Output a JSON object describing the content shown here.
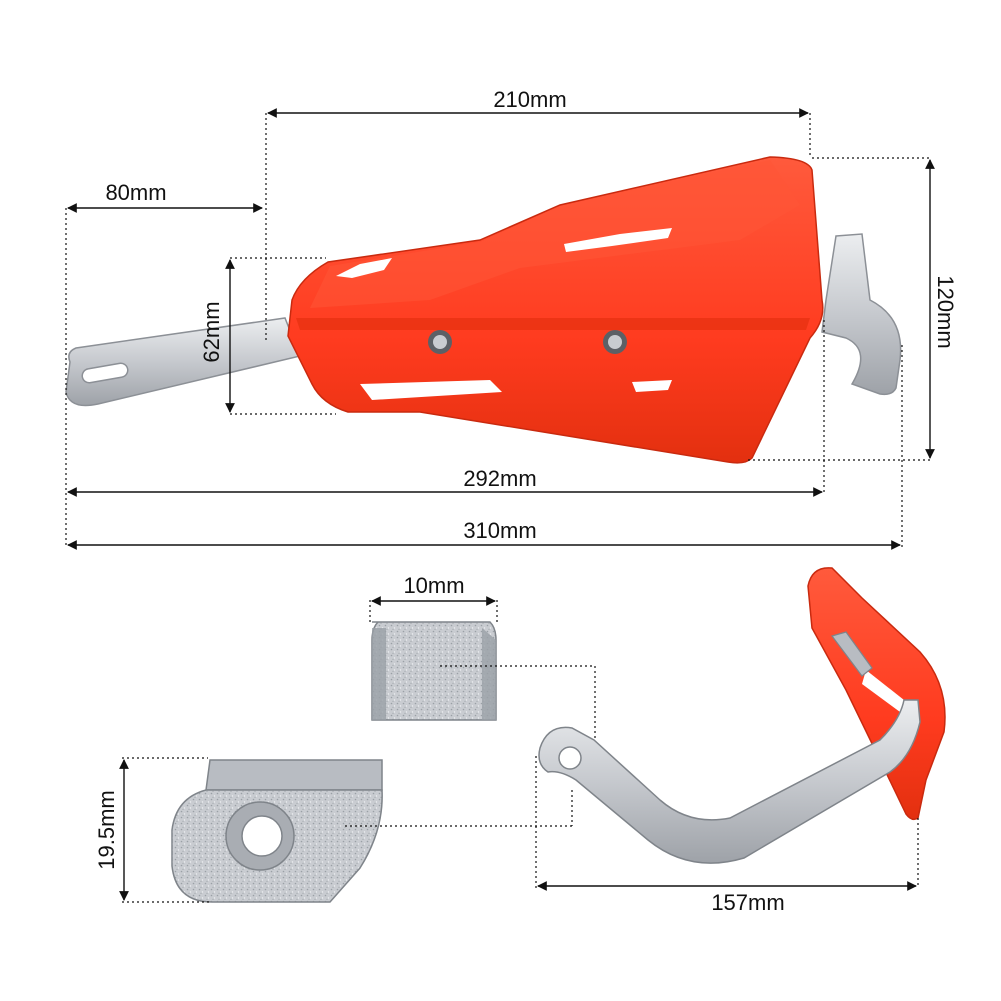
{
  "colors": {
    "guard": "#ff3b1f",
    "guard_dark": "#d92a10",
    "guard_shadow": "#b8200b",
    "metal": "#c9ccd1",
    "metal_dark": "#8c9096",
    "metal_light": "#e6e8eb",
    "dim_line": "#111111"
  },
  "dimensions": {
    "width_210": "210mm",
    "depth_80": "80mm",
    "height_62": "62mm",
    "height_120": "120mm",
    "length_292": "292mm",
    "length_310": "310mm",
    "bar_width_10": "10mm",
    "mount_height_19_5": "19.5mm",
    "bracket_157": "157mm"
  },
  "icons": {
    "bolt": "bolt-icon",
    "arrow": "arrowhead-icon"
  }
}
